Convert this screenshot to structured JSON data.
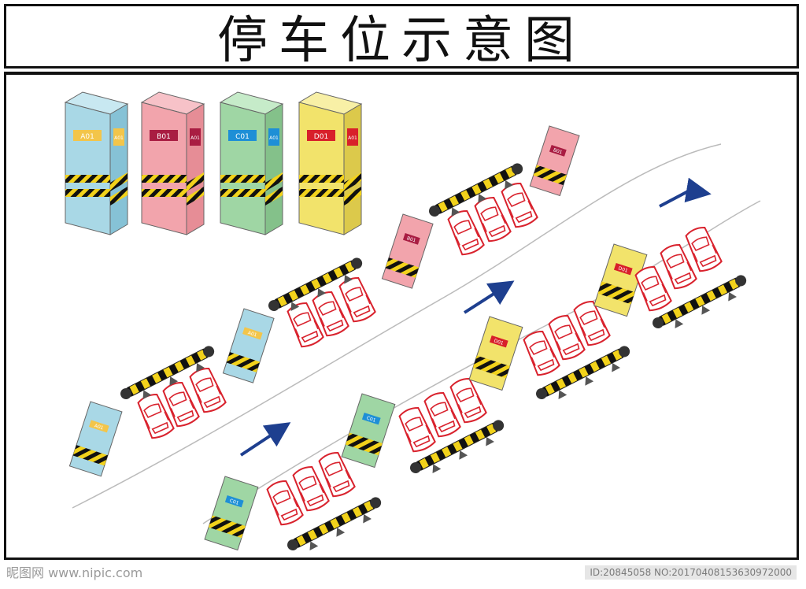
{
  "title": "停车位示意图",
  "legend": [
    {
      "code": "A01",
      "side": "A01",
      "color": "#a9d8e6",
      "label_color": "#f3c54a"
    },
    {
      "code": "B01",
      "side": "A01",
      "color": "#f2a4ac",
      "label_color": "#a91d42"
    },
    {
      "code": "C01",
      "side": "A01",
      "color": "#9fd6a4",
      "label_color": "#1e8fd6"
    },
    {
      "code": "D01",
      "side": "A01",
      "color": "#f2e36b",
      "label_color": "#d8202a"
    }
  ],
  "pillar_labels": {
    "a": "A01",
    "b": "B01",
    "c": "C01",
    "d": "D01"
  },
  "watermark": {
    "site": "昵图网 www.nipic.com",
    "id": "ID:20845058 NO:20170408153630972000"
  }
}
